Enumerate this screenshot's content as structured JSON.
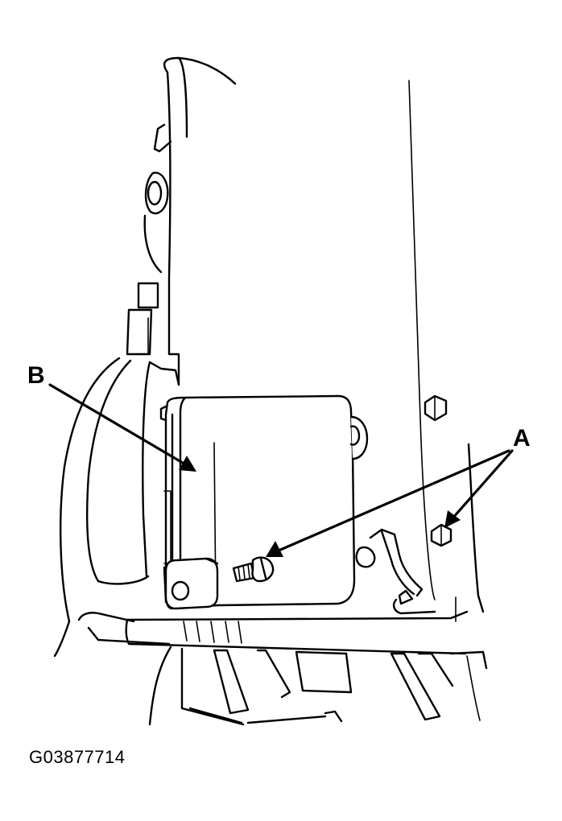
{
  "figure": {
    "callouts": {
      "a": "A",
      "b": "B"
    },
    "figure_id": "G03877714"
  }
}
